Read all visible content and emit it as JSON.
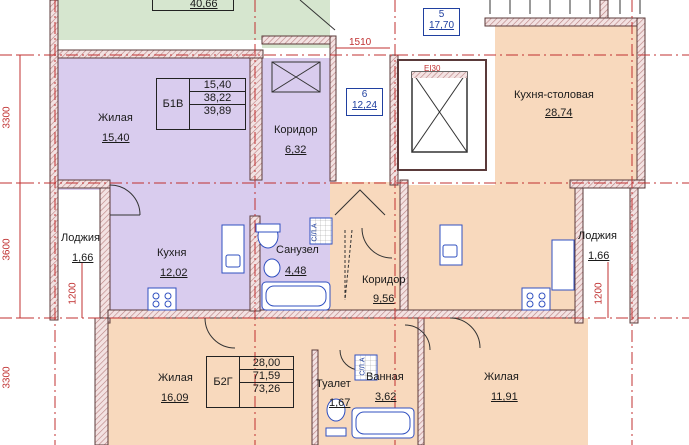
{
  "rooms": {
    "living_top": {
      "name": "Жилая",
      "area": "15,40"
    },
    "corridor_top": {
      "name": "Коридор",
      "area": "6,32"
    },
    "kitchen_dining": {
      "name": "Кухня-столовая",
      "area": "28,74"
    },
    "loggia_left": {
      "name": "Лоджия",
      "area": "1,66"
    },
    "kitchen": {
      "name": "Кухня",
      "area": "12,02"
    },
    "bathroom_combined": {
      "name": "Санузел",
      "area": "4,48"
    },
    "corridor_mid": {
      "name": "Коридор",
      "area": "9,56"
    },
    "loggia_right": {
      "name": "Лоджия",
      "area": "1,66"
    },
    "living_bottom_left": {
      "name": "Жилая",
      "area": "16,09"
    },
    "toilet": {
      "name": "Туалет",
      "area": "1,67"
    },
    "bath": {
      "name": "Ванная",
      "area": "3,62"
    },
    "living_bottom_right": {
      "name": "Жилая",
      "area": "11,91"
    }
  },
  "top_area": "40,66",
  "apartments": {
    "b1v": {
      "code": "Б1В",
      "v1": "15,40",
      "v2": "38,22",
      "v3": "39,89"
    },
    "b2g": {
      "code": "Б2Г",
      "v1": "28,00",
      "v2": "71,59",
      "v3": "73,26"
    }
  },
  "badges": {
    "b5": {
      "num": "5",
      "area": "17,70"
    },
    "b6": {
      "num": "6",
      "area": "12,24"
    }
  },
  "dimensions": {
    "d3300_top": "3300",
    "d3600": "3600",
    "d3300_bottom": "3300",
    "d1510": "1510",
    "d1200_left": "1200",
    "d1200_right": "1200"
  },
  "fixture_labels": {
    "sla_left": "С/Л.А",
    "sla_mid": "С/Л.А",
    "elevator": "ЕI30"
  },
  "colors": {
    "green": "#d6e6cf",
    "purple": "#d9ccee",
    "orange": "#f8d9bd",
    "wall": "#5a3a3a",
    "wall_hatch": "#b88080",
    "dim_red": "#c03030",
    "fixture_blue": "#3050c0"
  }
}
